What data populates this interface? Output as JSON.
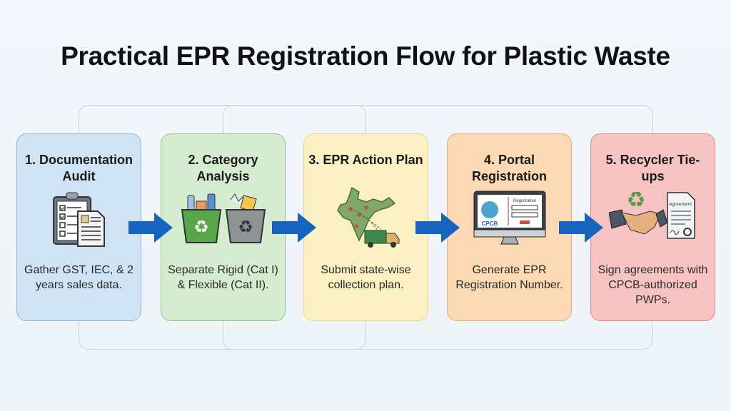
{
  "title": "Practical EPR Registration Flow for Plastic Waste",
  "steps": [
    {
      "title": "1. Documentation Audit",
      "text": "Gather GST, IEC, & 2 years sales data.",
      "icon": "clipboard-documents-icon",
      "bg": "#cfe3f5",
      "border": "#8db4d8"
    },
    {
      "title": "2. Category Analysis",
      "text": "Separate Rigid (Cat I) & Flexible (Cat II).",
      "icon": "recycle-bins-icon",
      "bg": "#d5ecd0",
      "border": "#93c38a"
    },
    {
      "title": "3. EPR Action Plan",
      "text": "Submit state-wise collection plan.",
      "icon": "india-map-truck-icon",
      "bg": "#fbf0c4",
      "border": "#e5d48c"
    },
    {
      "title": "4. Portal Registration",
      "text": "Generate EPR Registration Number.",
      "icon": "computer-portal-icon",
      "bg": "#fbd9b5",
      "border": "#e7ae7a"
    },
    {
      "title": "5. Recycler Tie-ups",
      "text": "Sign agreements with CPCB-authorized PWPs.",
      "icon": "handshake-agreement-icon",
      "bg": "#f6c2c2",
      "border": "#dc8a8a"
    }
  ],
  "icon_text": {
    "registration": "Registration",
    "cpcb": "CPCB",
    "agreement": "Agreement"
  },
  "arrow_color": "#1565c0"
}
